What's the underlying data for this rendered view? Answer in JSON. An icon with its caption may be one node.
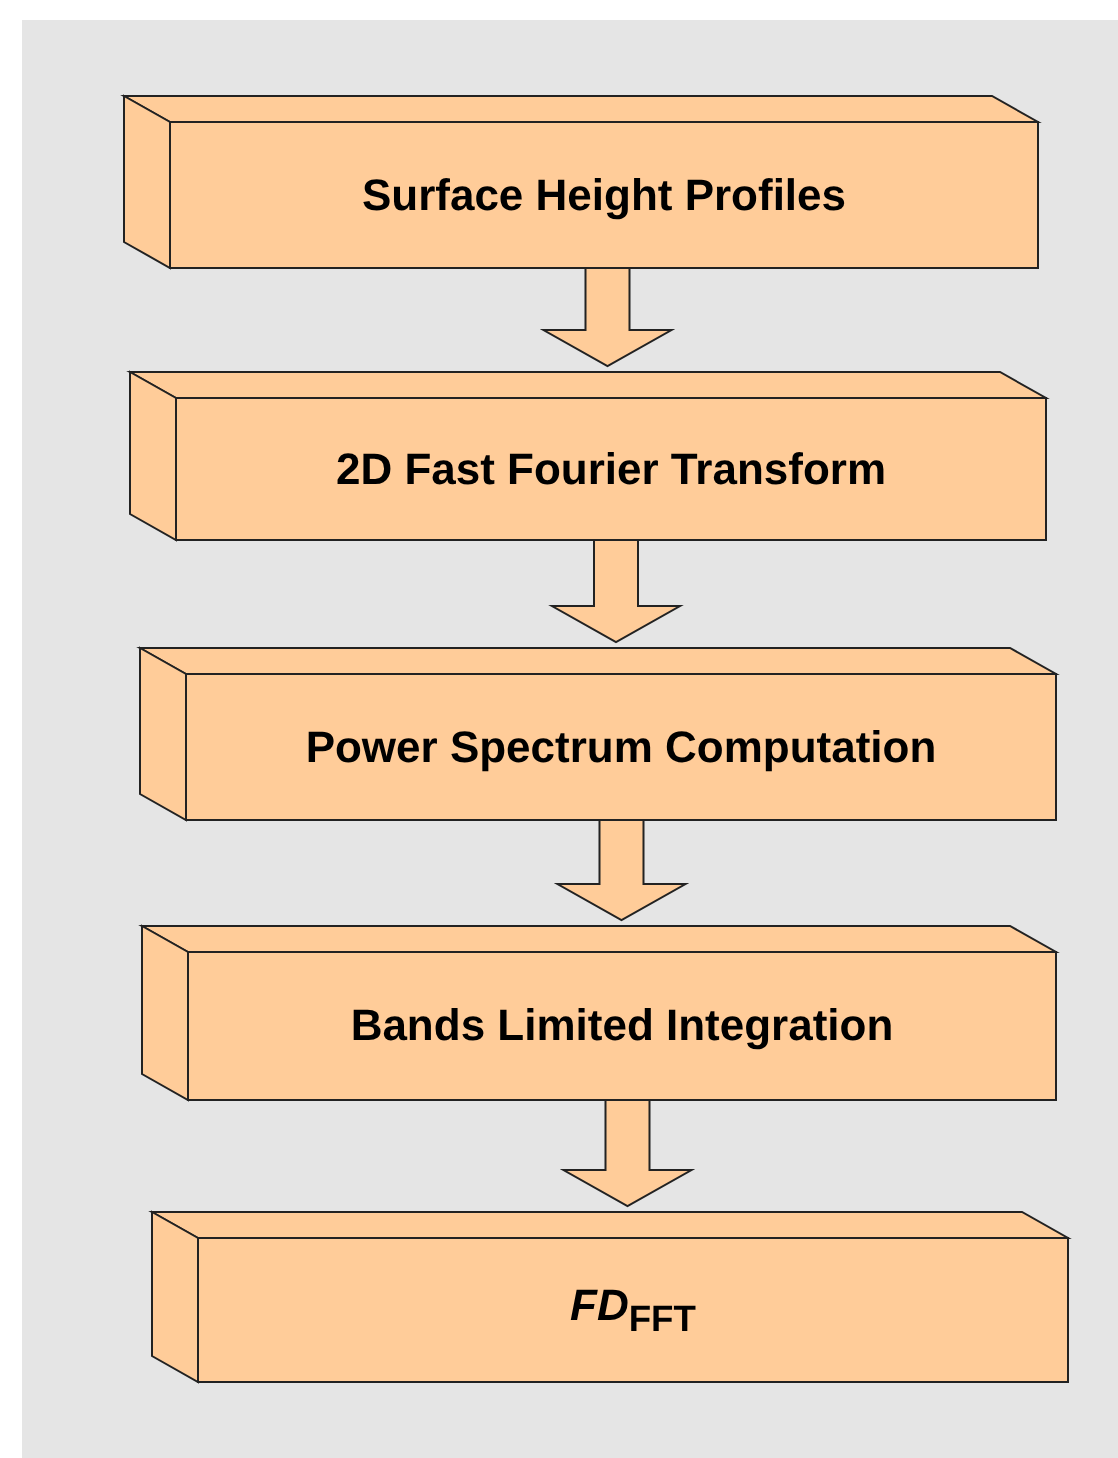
{
  "diagram": {
    "nodes": [
      {
        "text": [
          "Surface Height Profiles"
        ]
      },
      {
        "text": [
          "2D Fast Fourier Transform"
        ]
      },
      {
        "text": [
          "Power Spectrum Computation"
        ]
      },
      {
        "text": [
          "Bands Limited Integration"
        ]
      },
      {
        "text": [
          "*FD*$_{FFT}$"
        ]
      }
    ],
    "edges": [
      {
        "from": 0,
        "to": 1,
        "arrow": "to"
      },
      {
        "from": 1,
        "to": 2,
        "arrow": "to"
      },
      {
        "from": 2,
        "to": 3,
        "arrow": "to"
      },
      {
        "from": 3,
        "to": 4,
        "arrow": "to"
      }
    ]
  }
}
